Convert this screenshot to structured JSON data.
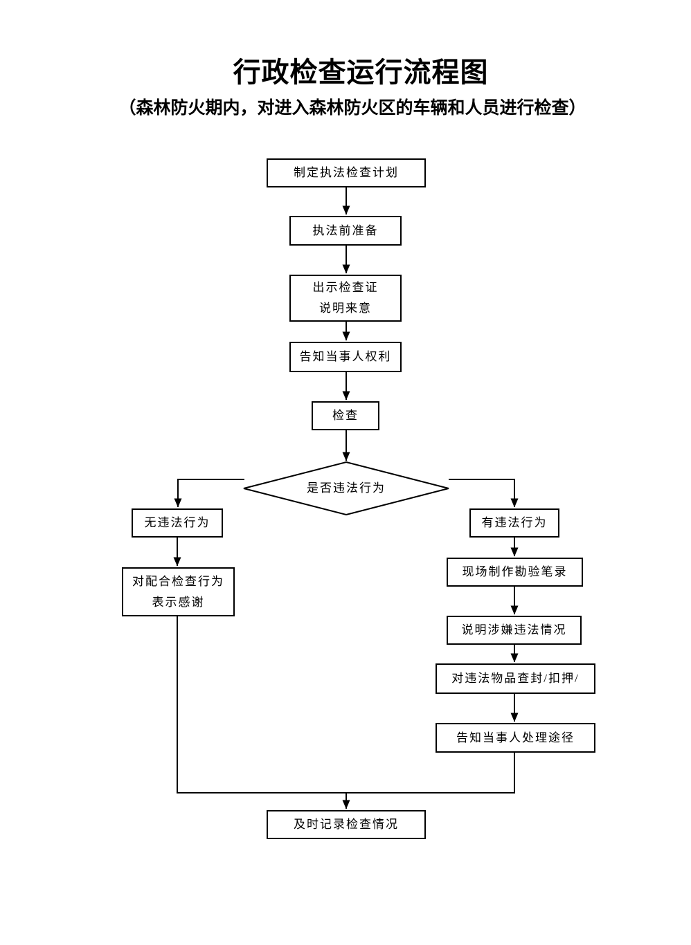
{
  "page": {
    "title": "行政检查运行流程图",
    "subtitle": "（森林防火期内，对进入森林防火区的车辆和人员进行检查）"
  },
  "flowchart": {
    "plan": "制定执法检查计划",
    "prepare": "执法前准备",
    "show_cert": {
      "line1": "出示检查证",
      "line2": "说明来意"
    },
    "inform_rights": "告知当事人权利",
    "inspect": "检查",
    "decision": "是否违法行为",
    "no_violation": "无违法行为",
    "thanks": {
      "line1": "对配合检查行为",
      "line2": "表示感谢"
    },
    "has_violation": "有违法行为",
    "survey_record": "现场制作勘验笔录",
    "explain_violation": "说明涉嫌违法情况",
    "seal_seize": "对违法物品查封/扣押/",
    "inform_handling": "告知当事人处理途径",
    "record_inspection": "及时记录检查情况"
  },
  "colors": {
    "background": "#ffffff",
    "line": "#000000",
    "text": "#000000"
  }
}
